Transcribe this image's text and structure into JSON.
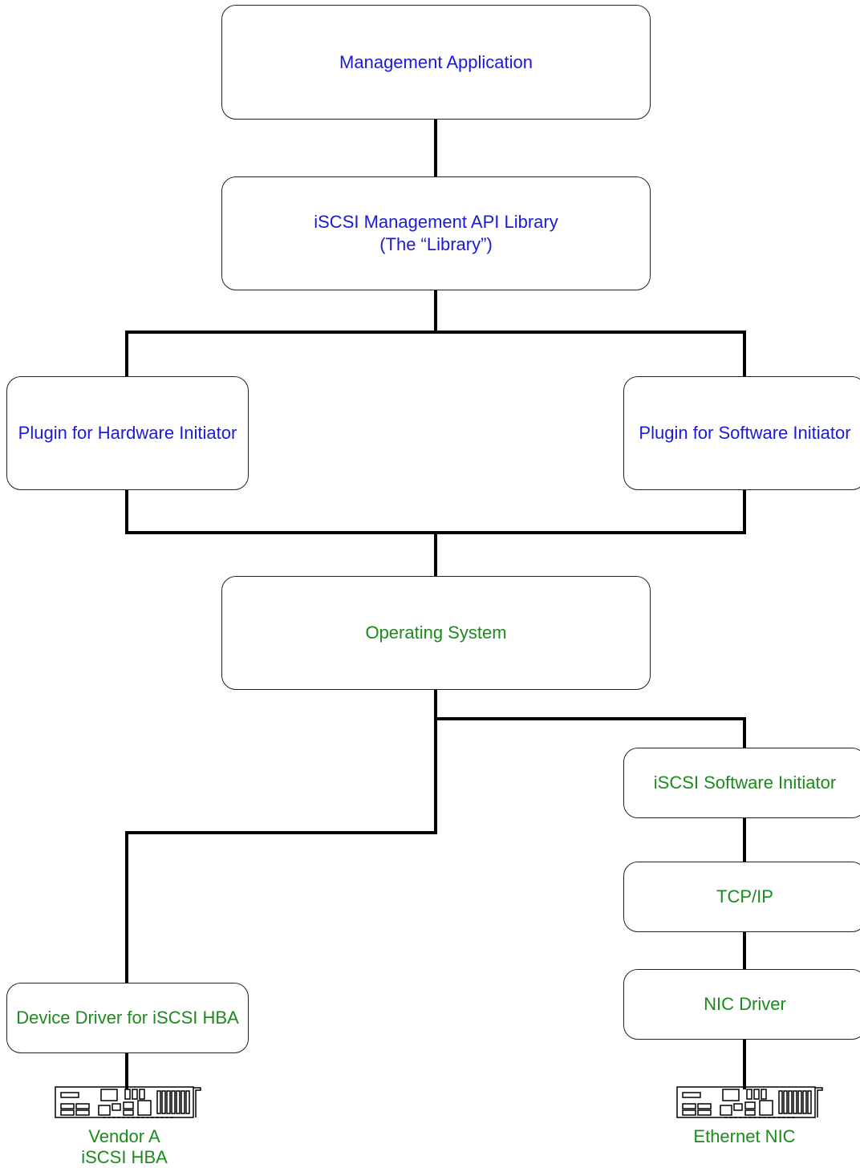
{
  "colors": {
    "top_layer": "#1a1adb",
    "bottom_layer": "#1c8a1c",
    "connector": "#000000"
  },
  "boxes": {
    "management_application": "Management Application",
    "library_line1": "iSCSI Management API Library",
    "library_line2": "(The “Library”)",
    "plugin_hardware": "Plugin for Hardware Initiator",
    "plugin_software": "Plugin for Software Initiator",
    "operating_system": "Operating System",
    "software_initiator": "iSCSI Software Initiator",
    "tcpip": "TCP/IP",
    "nic_driver": "NIC Driver",
    "device_driver": "Device Driver for iSCSI HBA"
  },
  "hardware": {
    "hba_line1": "Vendor A",
    "hba_line2": "iSCSI HBA",
    "nic": "Ethernet NIC",
    "icon": "adapter-card-icon"
  }
}
